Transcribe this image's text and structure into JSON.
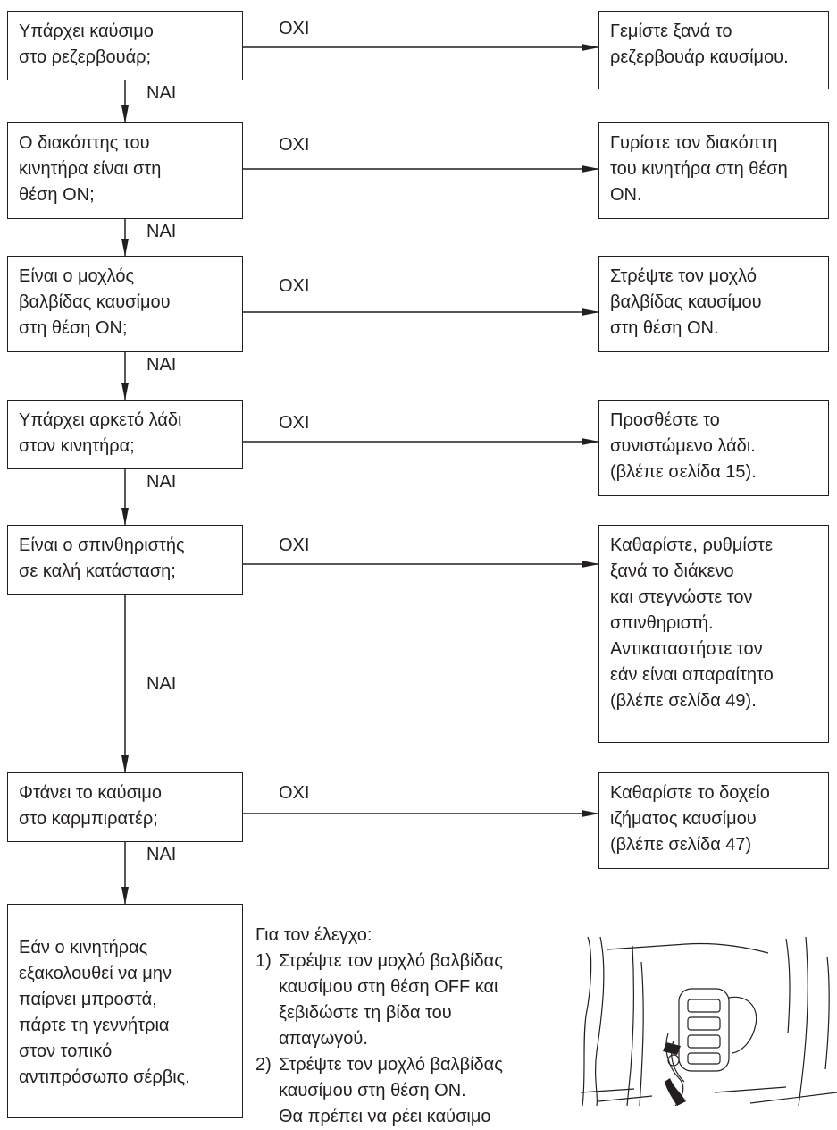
{
  "diagram": {
    "no_label": "ΟΧΙ",
    "yes_label": "ΝΑΙ",
    "rows": [
      {
        "question": [
          "Υπάρχει καύσιμο",
          "στο ρεζερβουάρ;"
        ],
        "action": [
          "Γεμίστε ξανά το",
          "ρεζερβουάρ καυσίμου."
        ]
      },
      {
        "question": [
          "Ο διακόπτης του",
          "κινητήρα είναι στη",
          "θέση ON;"
        ],
        "action": [
          "Γυρίστε τον διακόπτη",
          "του κινητήρα στη θέση",
          "ON."
        ]
      },
      {
        "question": [
          "Είναι ο μοχλός",
          "βαλβίδας καυσίμου",
          "στη θέση ON;"
        ],
        "action": [
          "Στρέψτε τον μοχλό",
          "βαλβίδας καυσίμου",
          "στη θέση ON."
        ]
      },
      {
        "question": [
          "Υπάρχει αρκετό λάδι",
          "στον κινητήρα;"
        ],
        "action": [
          "Προσθέστε το",
          "συνιστώμενο λάδι.",
          "(βλέπε σελίδα 15)."
        ]
      },
      {
        "question": [
          "Είναι ο σπινθηριστής",
          "σε καλή κατάσταση;"
        ],
        "action": [
          "Καθαρίστε, ρυθμίστε",
          "ξανά το διάκενο",
          "και στεγνώστε τον",
          "σπινθηριστή.",
          "Αντικαταστήστε τον",
          "εάν είναι απαραίτητο",
          "(βλέπε σελίδα 49)."
        ]
      },
      {
        "question": [
          "Φτάνει το καύσιμο",
          "στο καρμπιρατέρ;"
        ],
        "action": [
          "Καθαρίστε το δοχείο",
          "ιζήματος καυσίμου",
          "(βλέπε σελίδα 47)"
        ]
      }
    ],
    "final_box": [
      "Εάν ο κινητήρας",
      "εξακολουθεί να μην",
      "παίρνει μπροστά,",
      "πάρτε τη γεννήτρια",
      "στον τοπικό",
      "αντιπρόσωπο σέρβις."
    ]
  },
  "check_notes": {
    "title": "Για τον έλεγχο:",
    "steps": [
      {
        "number": "1)",
        "lines": [
          "Στρέψτε τον μοχλό βαλβίδας",
          "καυσίμου στη θέση OFF και",
          "ξεβιδώστε τη βίδα του",
          "απαγωγού."
        ]
      },
      {
        "number": "2)",
        "lines": [
          "Στρέψτε τον μοχλό βαλβίδας",
          "καυσίμου στη θέση ON.",
          "Θα πρέπει να ρέει καύσιμο"
        ]
      }
    ]
  },
  "colors": {
    "line": "#231f20",
    "background": "#ffffff"
  }
}
